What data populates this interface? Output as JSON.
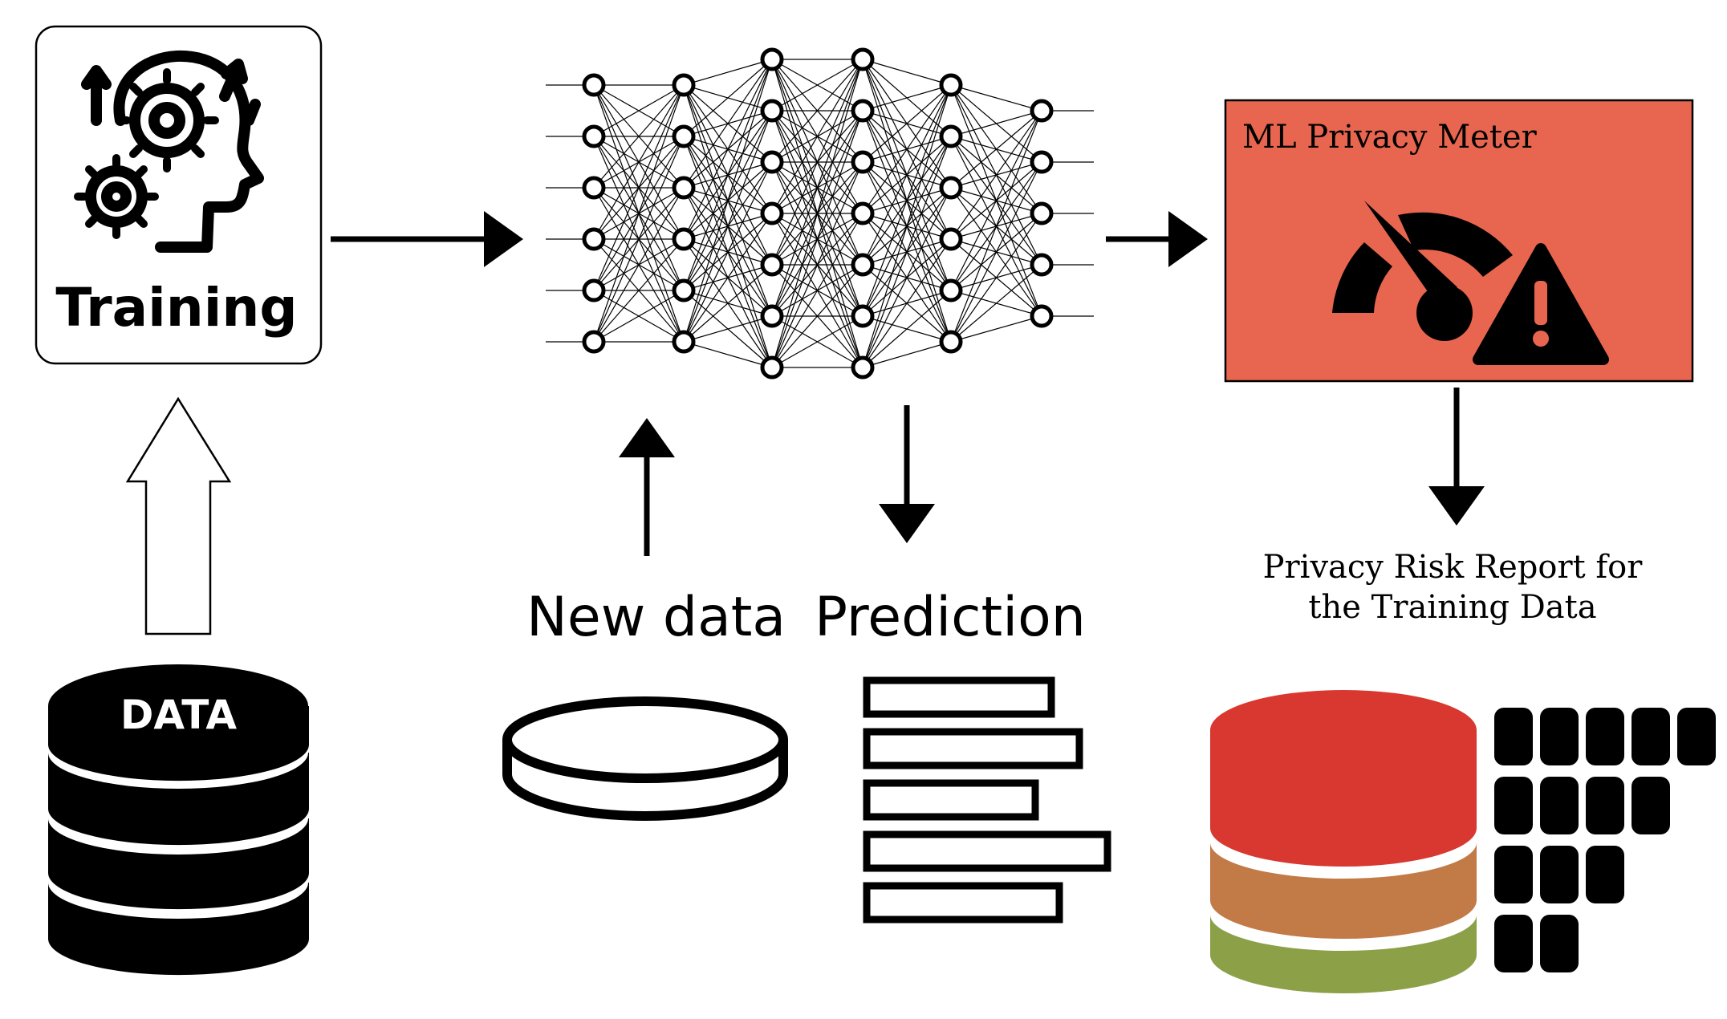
{
  "training": {
    "label": "Training",
    "icon": "gears-head-icon"
  },
  "data_store": {
    "label": "DATA",
    "icon": "database-icon"
  },
  "network": {
    "icon": "neural-network-icon",
    "layers": [
      6,
      6,
      7,
      7,
      6,
      5
    ]
  },
  "privacy_meter": {
    "label": "ML Privacy Meter",
    "fill": "#E8664F",
    "icons": [
      "speedometer-icon",
      "warning-icon"
    ]
  },
  "new_data": {
    "label": "New data",
    "icon": "disk-icon"
  },
  "prediction": {
    "label": "Prediction",
    "icon": "bars-list-icon"
  },
  "report": {
    "label": "Privacy Risk Report for the Training Data",
    "colors": {
      "high": "#D8382F",
      "medium": "#C27A47",
      "low": "#8BA047",
      "cells": "#000000"
    },
    "grid_rows": [
      5,
      4,
      3,
      2
    ]
  }
}
